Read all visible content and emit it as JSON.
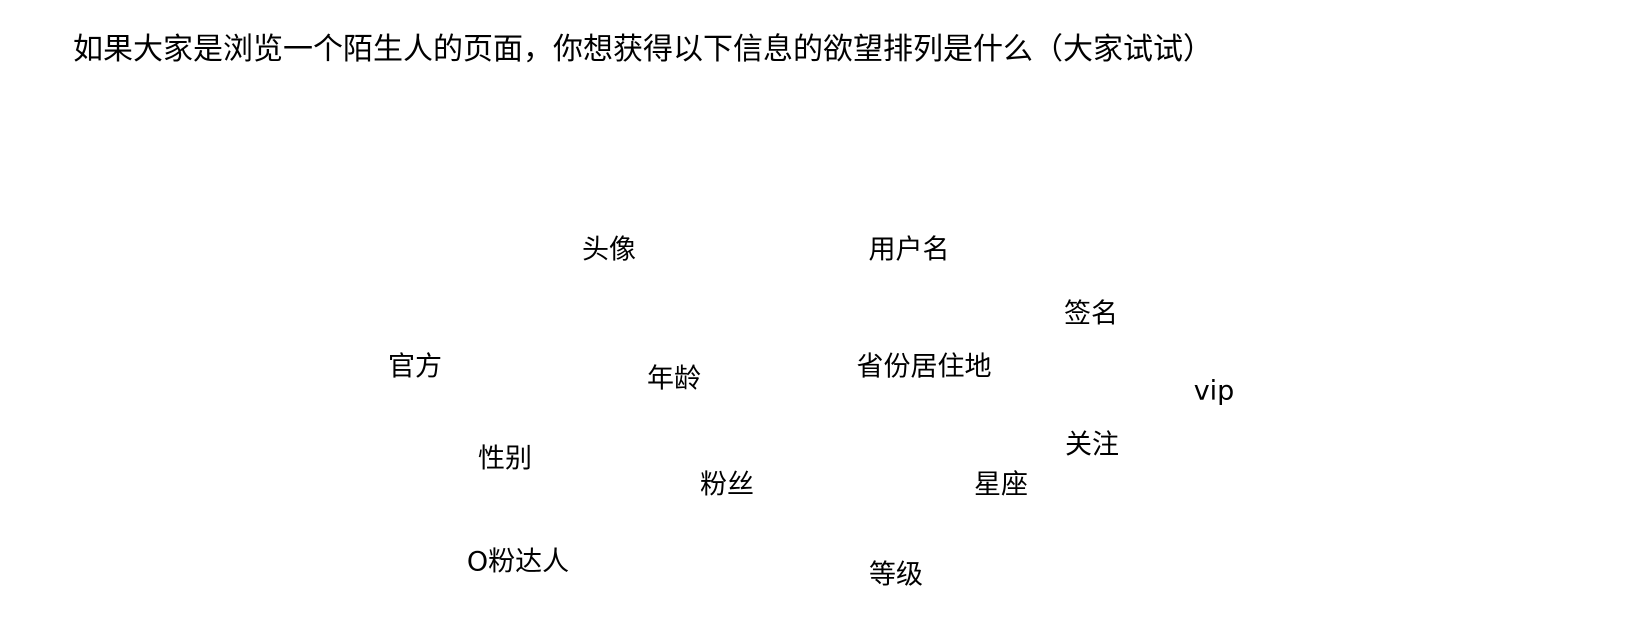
{
  "title": "如果大家是浏览一个陌生人的页面，你想获得以下信息的欲望排列是什么（大家试试）",
  "items": {
    "avatar": "头像",
    "username": "用户名",
    "signature": "签名",
    "official": "官方",
    "age": "年龄",
    "location": "省份居住地",
    "vip": "vip",
    "following": "关注",
    "gender": "性别",
    "fans": "粉丝",
    "zodiac": "星座",
    "o_fan_expert": "O粉达人",
    "level": "等级"
  }
}
